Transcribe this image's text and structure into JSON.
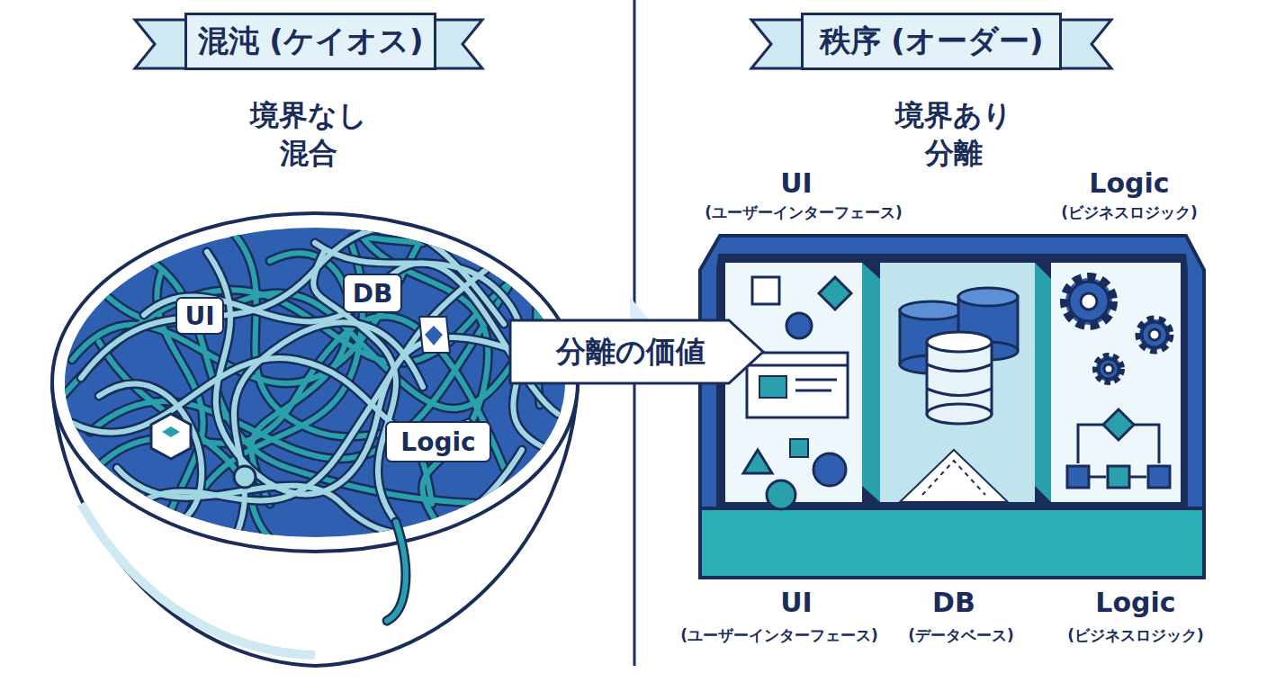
{
  "diagram": {
    "nodes": [
      {
        "text": [
          "混沌 (ケイオス)"
        ]
      },
      {
        "text": [
          "秩序 (オーダー)"
        ]
      },
      {
        "text": [
          "UI"
        ]
      },
      {
        "text": [
          "DB"
        ]
      },
      {
        "text": [
          "Logic"
        ]
      },
      {
        "text": [
          "分離の価値"
        ]
      }
    ],
    "labels": [
      "境界なし 混合",
      "境界あり 分離",
      "UI",
      "(ユーザーインターフェース)",
      "Logic",
      "(ビジネスロジック)",
      "UI",
      "(ユーザーインターフェース)",
      "DB",
      "(データベース)",
      "Logic",
      "(ビジネスロジック)"
    ]
  }
}
